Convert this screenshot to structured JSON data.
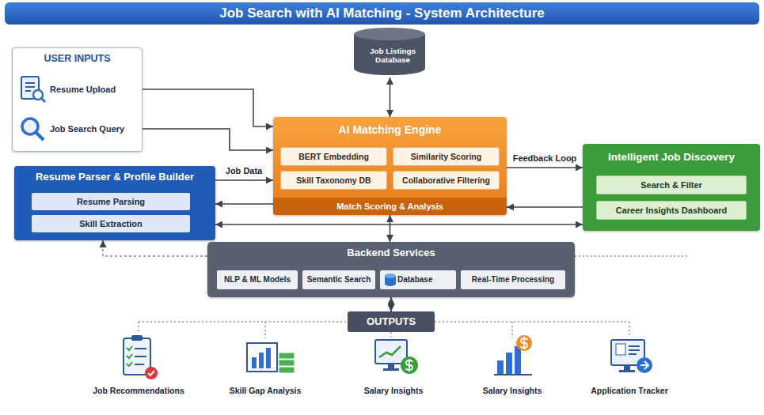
{
  "diagram": {
    "title": "Job Search with AI Matching - System Architecture",
    "nodes": [
      {
        "text": [
          "USER INPUTS"
        ]
      },
      {
        "text": [
          "Resume Upload"
        ],
        "in": 0
      },
      {
        "text": [
          "Job Search Query"
        ],
        "in": 0
      },
      {
        "text": [
          "Job Listings Database"
        ]
      },
      {
        "text": [
          "AI Matching Engine"
        ]
      },
      {
        "text": [
          "BERT Embedding"
        ],
        "in": 4
      },
      {
        "text": [
          "Similarity Scoring"
        ],
        "in": 4
      },
      {
        "text": [
          "Skill Taxonomy DB"
        ],
        "in": 4
      },
      {
        "text": [
          "Collaborative Filtering"
        ],
        "in": 4
      },
      {
        "text": [
          "Match Scoring & Analysis"
        ],
        "in": 4
      },
      {
        "text": [
          "Resume Parser & Profile Builder"
        ]
      },
      {
        "text": [
          "Resume Parsing"
        ],
        "in": 10
      },
      {
        "text": [
          "Skill Extraction"
        ],
        "in": 10
      },
      {
        "text": [
          "Intelligent Job Discovery"
        ]
      },
      {
        "text": [
          "Search & Filter"
        ],
        "in": 13
      },
      {
        "text": [
          "Career Insights Dashboard"
        ],
        "in": 13
      },
      {
        "text": [
          "Backend Services"
        ]
      },
      {
        "text": [
          "NLP & ML Models"
        ],
        "in": 16
      },
      {
        "text": [
          "Semantic Search"
        ],
        "in": 16
      },
      {
        "text": [
          "Database"
        ],
        "in": 16
      },
      {
        "text": [
          "Real-Time Processing"
        ],
        "in": 16
      },
      {
        "text": [
          "OUTPUTS"
        ]
      }
    ],
    "edges": [
      {
        "from": 1,
        "to": 4,
        "arrow": "to"
      },
      {
        "from": 2,
        "to": 4,
        "arrow": "to"
      },
      {
        "from": 3,
        "to": 4,
        "arrow": "both"
      },
      {
        "from": 10,
        "to": 4,
        "label": "Job Data",
        "arrow": "to"
      },
      {
        "from": 4,
        "to": 10,
        "arrow": "to"
      },
      {
        "from": 4,
        "to": 13,
        "label": "Feedback Loop",
        "arrow": "to"
      },
      {
        "from": 13,
        "to": 4,
        "arrow": "to"
      },
      {
        "from": 10,
        "to": 13,
        "arrow": "both"
      },
      {
        "from": 4,
        "to": 16,
        "arrow": "both"
      },
      {
        "from": 16,
        "to": 10,
        "arrow": "to"
      },
      {
        "from": 21,
        "to": 16,
        "arrow": "both"
      }
    ],
    "labels": [
      "Job Recommendations",
      "Skill Gap Analysis",
      "Salary Insights",
      "Salary Insights",
      "Application Tracker"
    ]
  }
}
